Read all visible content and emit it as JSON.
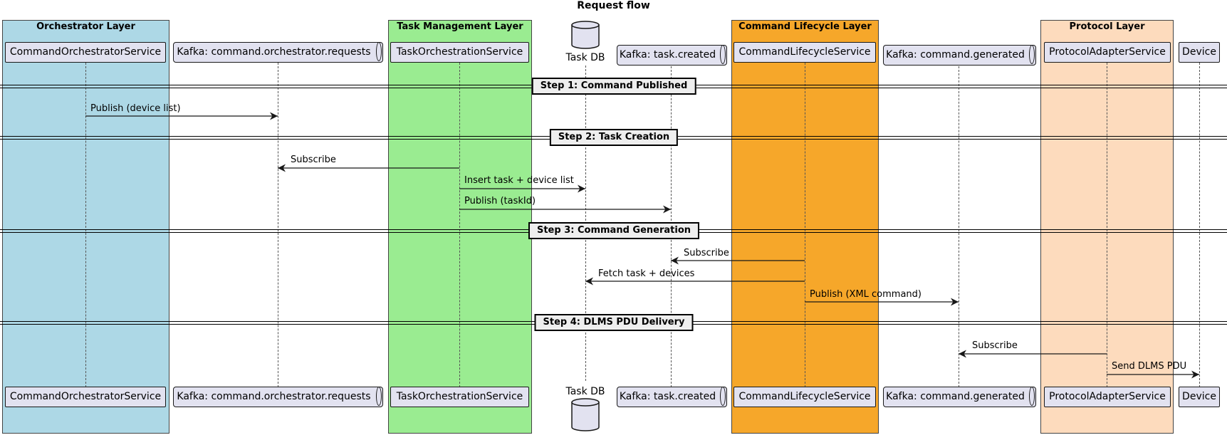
{
  "title": "Request flow",
  "boxes": {
    "orchestrator": {
      "label": "Orchestrator Layer",
      "color": "#ADD8E6"
    },
    "task_management": {
      "label": "Task Management Layer",
      "color": "#9AEC91"
    },
    "command_lifecycle": {
      "label": "Command Lifecycle Layer",
      "color": "#F6A72A"
    },
    "protocol": {
      "label": "Protocol Layer",
      "color": "#FDDBBD"
    }
  },
  "participants": {
    "orchestrator_service": "CommandOrchestratorService",
    "kafka_requests": "Kafka: command.orchestrator.requests",
    "task_service": "TaskOrchestrationService",
    "task_db": "Task DB",
    "kafka_task_created": "Kafka: task.created",
    "lifecycle_service": "CommandLifecycleService",
    "kafka_generated": "Kafka: command.generated",
    "protocol_service": "ProtocolAdapterService",
    "device": "Device"
  },
  "steps": {
    "step1": "Step 1: Command Published",
    "step2": "Step 2: Task Creation",
    "step3": "Step 3: Command Generation",
    "step4": "Step 4: DLMS PDU Delivery"
  },
  "messages": {
    "m1": "Publish (device list)",
    "m2": "Subscribe",
    "m3": "Insert task + device list",
    "m4": "Publish (taskId)",
    "m5": "Subscribe",
    "m6": "Fetch task + devices",
    "m7": "Publish (XML command)",
    "m8": "Subscribe",
    "m9": "Send DLMS PDU"
  }
}
